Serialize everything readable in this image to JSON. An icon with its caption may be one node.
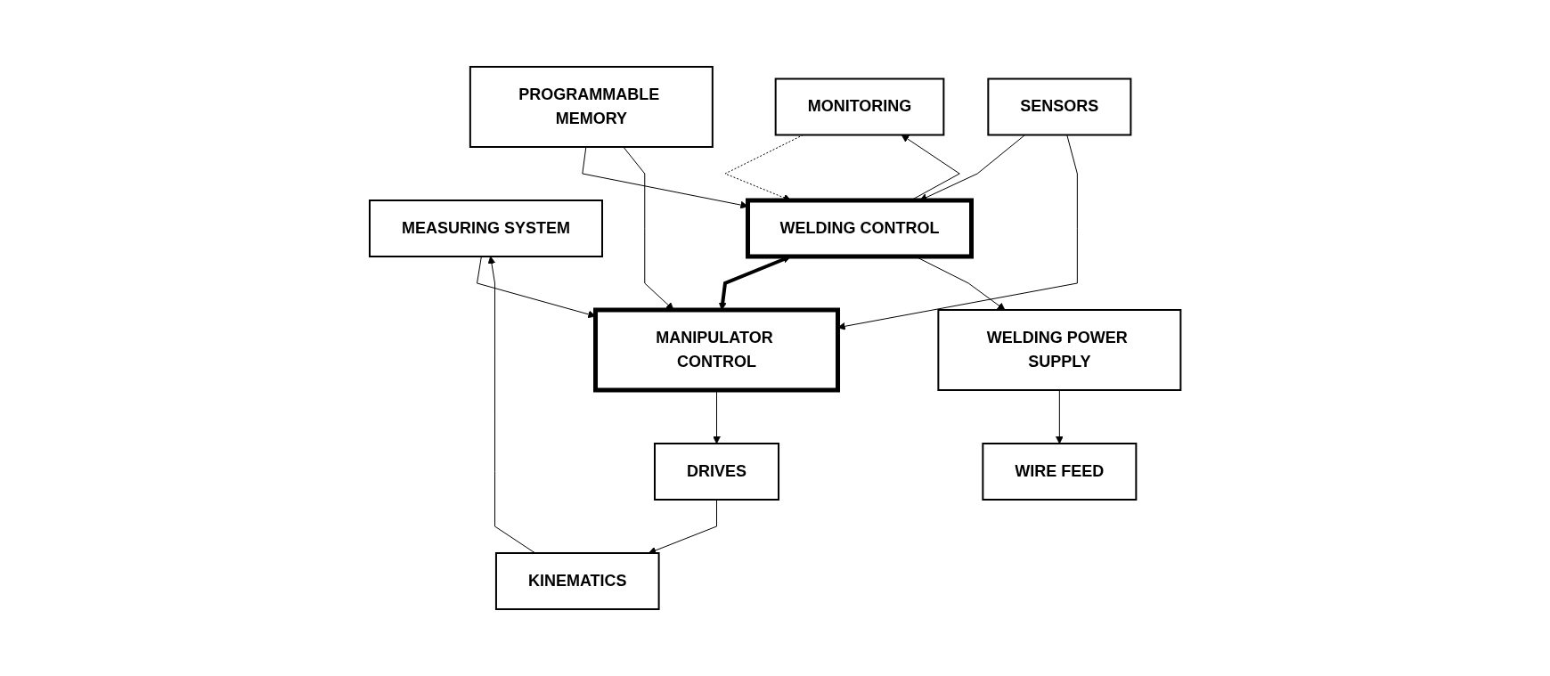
{
  "diagram": {
    "nodes": [
      {
        "text": [
          "PROGRAMMABLE MEMORY"
        ]
      },
      {
        "text": [
          "MONITORING"
        ]
      },
      {
        "text": [
          "WELDING CONTROL"
        ]
      },
      {
        "text": [
          "MANIPULATOR CONTROL"
        ]
      },
      {
        "text": [
          "MEASURING SYSTEM"
        ]
      },
      {
        "text": [
          "WELDING POWER SUPPLY"
        ]
      },
      {
        "text": [
          "SENSORS"
        ]
      },
      {
        "text": [
          "DRIVES"
        ]
      },
      {
        "text": [
          "WIRE FEED"
        ]
      },
      {
        "text": [
          "KINEMATICS"
        ]
      }
    ],
    "edges": [
      {
        "from": 0,
        "to": 2,
        "arrow": "to"
      },
      {
        "from": 0,
        "to": 3,
        "arrow": "to"
      },
      {
        "from": 2,
        "to": 1,
        "arrow": "to"
      },
      {
        "from": 1,
        "to": 2,
        "arrow": "to",
        "style": "dashed"
      },
      {
        "from": 2,
        "to": 3,
        "arrow": "both",
        "style": "thick"
      },
      {
        "from": 4,
        "to": 3,
        "arrow": "to"
      },
      {
        "from": 2,
        "to": 5,
        "arrow": "to"
      },
      {
        "from": 6,
        "to": 2,
        "arrow": "to"
      },
      {
        "from": 6,
        "to": 3,
        "arrow": "to"
      },
      {
        "from": 3,
        "to": 7,
        "arrow": "to"
      },
      {
        "from": 5,
        "to": 8,
        "arrow": "to"
      },
      {
        "from": 7,
        "to": 9,
        "arrow": "to"
      },
      {
        "from": 9,
        "to": 4,
        "arrow": "to"
      }
    ]
  }
}
